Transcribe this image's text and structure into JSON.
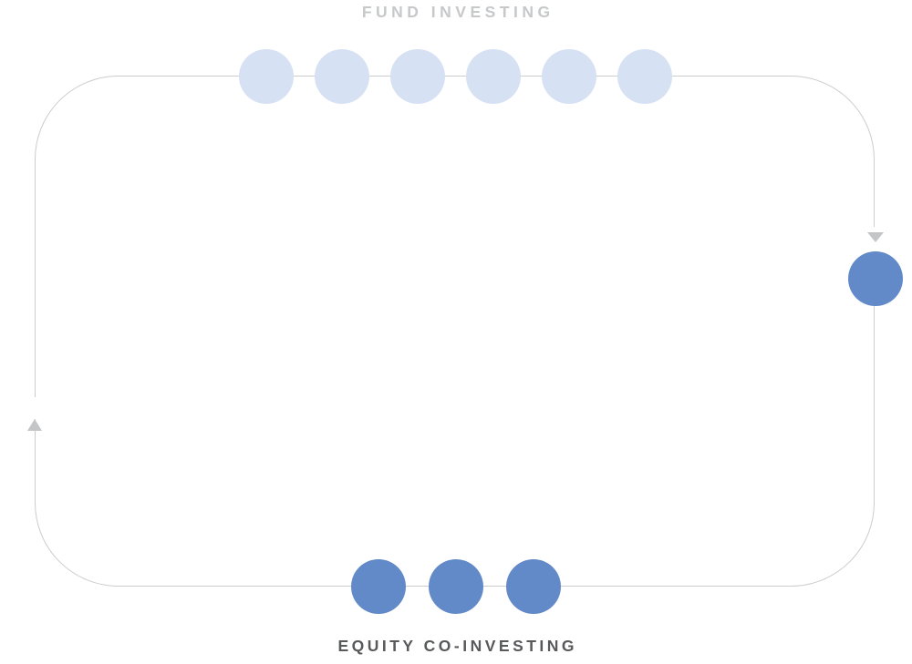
{
  "title": {
    "label": "FUND INVESTING"
  },
  "footer": {
    "label": "EQUITY CO-INVESTING"
  },
  "loop": {
    "direction": "clockwise",
    "top_dots_count": 6,
    "right_dots_count": 1,
    "bottom_dots_count": 3
  },
  "icons": {
    "right_arrow": "triangle-down",
    "left_arrow": "triangle-up"
  },
  "colors": {
    "light_blue": "#d7e1f4",
    "solid_blue": "#6289c8",
    "line_gray": "#cbcccd",
    "arrow_gray": "#c3c5c7",
    "title_gray": "#c7c8ca",
    "footer_gray": "#58595b"
  }
}
